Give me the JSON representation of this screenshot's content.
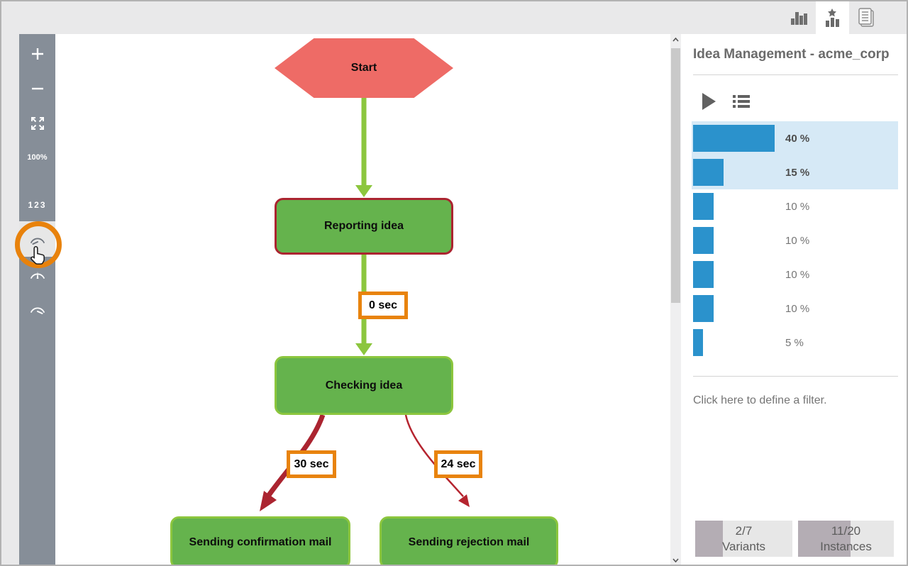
{
  "tabs": {
    "items": [
      {
        "icon": "bar-chart",
        "active": false
      },
      {
        "icon": "star-chart",
        "active": true
      },
      {
        "icon": "documents",
        "active": false
      }
    ]
  },
  "toolbar": {
    "zoom_level": "100%",
    "counts_label": "123",
    "gauges": [
      "gauge-low",
      "gauge-mid",
      "gauge-high"
    ],
    "selected_gauge": "gauge-low"
  },
  "diagram": {
    "nodes": [
      {
        "id": "start",
        "label": "Start",
        "type": "start"
      },
      {
        "id": "reporting",
        "label": "Reporting idea",
        "type": "task"
      },
      {
        "id": "checking",
        "label": "Checking idea",
        "type": "task"
      },
      {
        "id": "confirm",
        "label": "Sending confirmation mail",
        "type": "task"
      },
      {
        "id": "reject",
        "label": "Sending rejection mail",
        "type": "task"
      }
    ],
    "edges": [
      {
        "from": "start",
        "to": "reporting",
        "duration": ""
      },
      {
        "from": "reporting",
        "to": "checking",
        "duration": "0 sec"
      },
      {
        "from": "checking",
        "to": "confirm",
        "duration": "30 sec"
      },
      {
        "from": "checking",
        "to": "reject",
        "duration": "24 sec"
      }
    ]
  },
  "panel": {
    "title": "Idea Management - acme_corp",
    "variants": [
      {
        "pct": 40,
        "label": "40 %",
        "selected": true
      },
      {
        "pct": 15,
        "label": "15 %",
        "selected": true
      },
      {
        "pct": 10,
        "label": "10 %",
        "selected": false
      },
      {
        "pct": 10,
        "label": "10 %",
        "selected": false
      },
      {
        "pct": 10,
        "label": "10 %",
        "selected": false
      },
      {
        "pct": 10,
        "label": "10 %",
        "selected": false
      },
      {
        "pct": 5,
        "label": "5 %",
        "selected": false
      }
    ],
    "filter_hint": "Click here to define a filter.",
    "badges": [
      {
        "value": "2/7",
        "label": "Variants",
        "fraction": 0.2857
      },
      {
        "value": "11/20",
        "label": "Instances",
        "fraction": 0.55
      }
    ]
  },
  "colors": {
    "bar_blue": "#2b92cc",
    "selection_blue": "#d6e9f6",
    "node_green": "#65b34d",
    "edge_green": "#8cc63e",
    "alert_red": "#ab2430",
    "start_red": "#ee6b66",
    "highlight_orange": "#e8830d",
    "toolbar_slate": "#868e98"
  }
}
